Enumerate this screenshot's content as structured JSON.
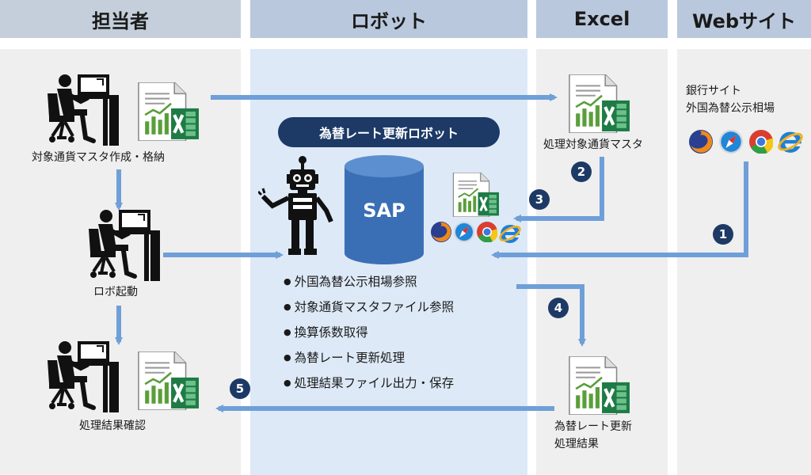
{
  "lanes": {
    "person": "担当者",
    "robot": "ロボット",
    "excel": "Excel",
    "web": "Webサイト"
  },
  "robot_box": {
    "title": "為替レート更新ロボット",
    "db_label": "SAP",
    "tasks": [
      "外国為替公示相場参照",
      "対象通貨マスタファイル参照",
      "換算係数取得",
      "為替レート更新処理",
      "処理結果ファイル出力・保存"
    ]
  },
  "person_steps": {
    "create": "対象通貨マスタ作成・格納",
    "start": "ロボ起動",
    "confirm": "処理結果確認"
  },
  "excel_files": {
    "master": "処理対象通貨マスタ",
    "result_line1": "為替レート更新",
    "result_line2": "処理結果"
  },
  "web_site": {
    "line1": "銀行サイト",
    "line2": "外国為替公示相場",
    "browsers": [
      "firefox-icon",
      "safari-icon",
      "chrome-icon",
      "ie-icon"
    ]
  },
  "steps": [
    "1",
    "2",
    "3",
    "4",
    "5"
  ],
  "colors": {
    "arrow": "#6f9fd8",
    "navy": "#1d3a66",
    "excel_green": "#1e7b45",
    "chart_green": "#5a9e3a",
    "sap_blue": "#3a6fb5"
  }
}
